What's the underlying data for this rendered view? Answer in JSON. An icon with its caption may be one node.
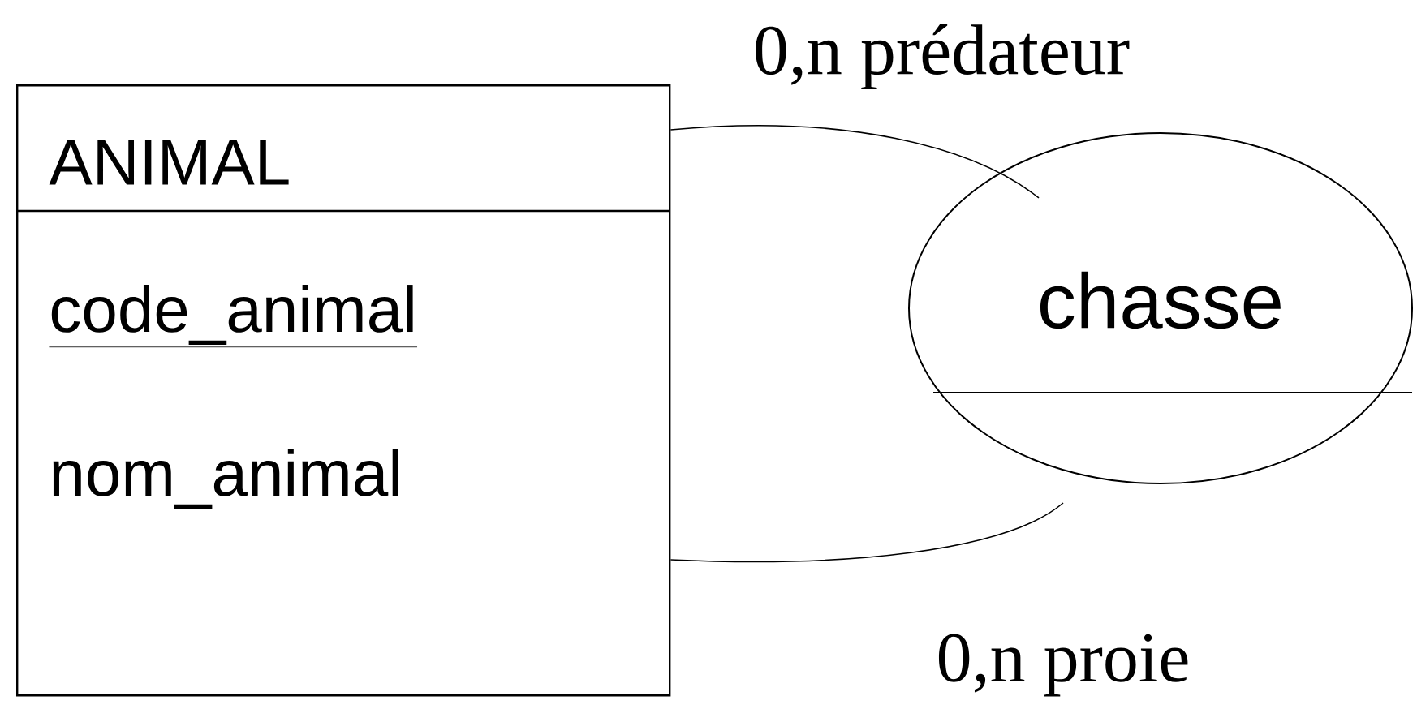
{
  "diagram": {
    "nodes": [
      {
        "text": [
          "ANIMAL",
          "code_animal",
          "nom_animal"
        ]
      },
      {
        "text": [
          "chasse"
        ]
      }
    ],
    "edges": [
      {
        "from": 0,
        "to": 1,
        "arrow": "none",
        "label": "0,n prédateur"
      },
      {
        "from": 0,
        "to": 1,
        "arrow": "none",
        "label": "0,n proie"
      }
    ]
  }
}
